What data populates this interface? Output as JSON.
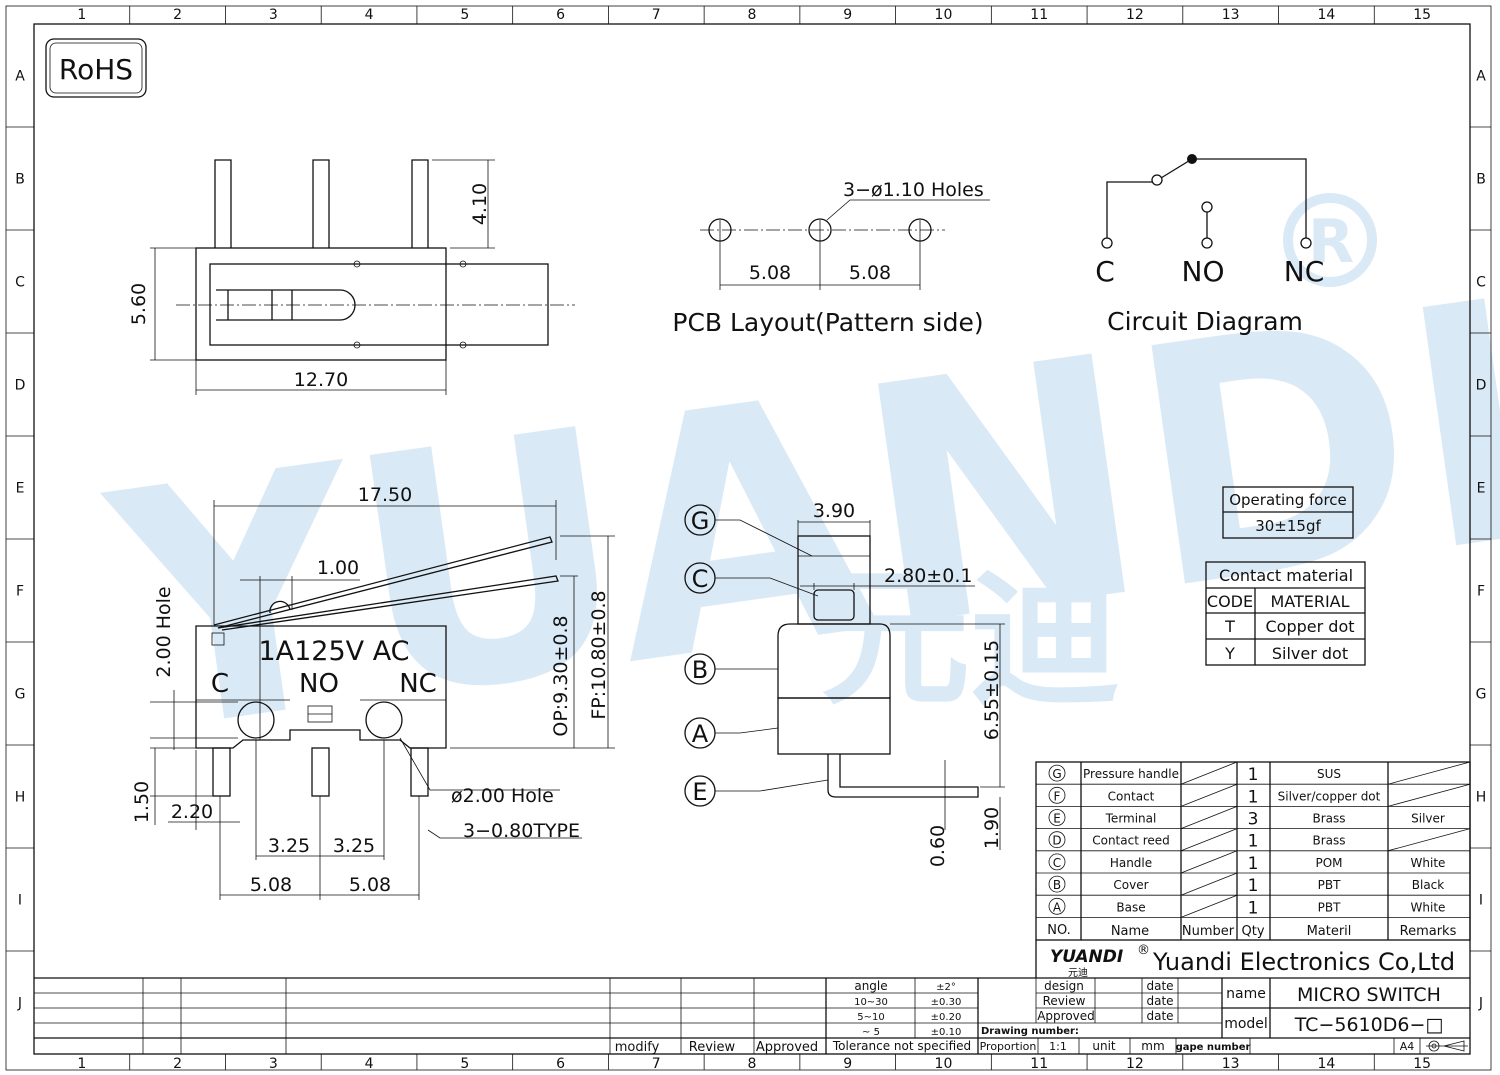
{
  "border": {
    "columns": [
      "1",
      "2",
      "3",
      "4",
      "5",
      "6",
      "7",
      "8",
      "9",
      "10",
      "11",
      "12",
      "13",
      "14",
      "15"
    ],
    "rows": [
      "A",
      "B",
      "C",
      "D",
      "E",
      "F",
      "G",
      "H",
      "I",
      "J"
    ]
  },
  "rohs": "RoHS",
  "watermark": {
    "text": "YUANDI",
    "cn": "元迪",
    "color": "#5aa0d8",
    "green": "#9acb6a"
  },
  "top_view": {
    "dims": {
      "height_pins": "4.10",
      "width": "5.60",
      "length": "12.70"
    }
  },
  "pcb": {
    "holes_label": "3−ø1.10  Holes",
    "pitch1": "5.08",
    "pitch2": "5.08",
    "title": "PCB  Layout(Pattern  side)"
  },
  "circuit": {
    "labels": [
      "C",
      "NO",
      "NC"
    ],
    "title": "Circuit  Diagram"
  },
  "front_view": {
    "dim_length": "17.50",
    "dim_offset": "1.00",
    "hole_label": "2.00  Hole",
    "rating": "1A125V  AC",
    "terms": [
      "C",
      "NO",
      "NC"
    ],
    "op": "OP:9.30±0.8",
    "fp": "FP:10.80±0.8",
    "hole2": "ø2.00  Hole",
    "pin_type": "3−0.80TYPE",
    "d150": "1.50",
    "d220": "2.20",
    "d325a": "3.25",
    "d325b": "3.25",
    "d508a": "5.08",
    "d508b": "5.08"
  },
  "side_view": {
    "callouts": [
      "G",
      "C",
      "B",
      "A",
      "E"
    ],
    "d390": "3.90",
    "d280": "2.80±0.1",
    "d655": "6.55±0.15",
    "d060": "0.60",
    "d190": "1.90"
  },
  "operating_force": {
    "header": "Operating  force",
    "value": "30±15gf"
  },
  "contact_material": {
    "header": "Contact  material",
    "cols": [
      "CODE",
      "MATERIAL"
    ],
    "rows": [
      [
        "T",
        "Copper  dot"
      ],
      [
        "Y",
        "Silver  dot"
      ]
    ]
  },
  "bom": {
    "rows": [
      {
        "no": "G",
        "name": "Pressure handle",
        "qty": "1",
        "mat": "SUS",
        "rem": ""
      },
      {
        "no": "F",
        "name": "Contact",
        "qty": "1",
        "mat": "Silver/copper dot",
        "rem": ""
      },
      {
        "no": "E",
        "name": "Terminal",
        "qty": "3",
        "mat": "Brass",
        "rem": "Silver"
      },
      {
        "no": "D",
        "name": "Contact reed",
        "qty": "1",
        "mat": "Brass",
        "rem": ""
      },
      {
        "no": "C",
        "name": "Handle",
        "qty": "1",
        "mat": "POM",
        "rem": "White"
      },
      {
        "no": "B",
        "name": "Cover",
        "qty": "1",
        "mat": "PBT",
        "rem": "Black"
      },
      {
        "no": "A",
        "name": "Base",
        "qty": "1",
        "mat": "PBT",
        "rem": "White"
      }
    ],
    "header": {
      "no": "NO.",
      "name": "Name",
      "number": "Number",
      "qty": "Qty",
      "mat": "Materil",
      "rem": "Remarks"
    }
  },
  "company": {
    "logo": "YUANDI",
    "logo_cn": "元迪",
    "name": "Yuandi Electronics Co,Ltd"
  },
  "title_block": {
    "design": "design",
    "review": "Review",
    "approved": "Approved",
    "date": "date",
    "name_label": "name",
    "name_value": "MICRO  SWITCH",
    "model_label": "model",
    "model_value": "TC−5610D6−□",
    "drawing_number": "Drawing number:",
    "proportion": "Proportion",
    "scale": "1:1",
    "unit": "unit",
    "unit_value": "mm",
    "gape": "gape number",
    "size": "A4"
  },
  "tolerance": {
    "rows": [
      [
        "angle",
        "±2°"
      ],
      [
        "10~30",
        "±0.30"
      ],
      [
        "5~10",
        "±0.20"
      ],
      [
        "~ 5",
        "±0.10"
      ]
    ],
    "footer": "Tolerance  not  specified"
  },
  "revision": {
    "modify": "modify",
    "review": "Review",
    "approved": "Approved"
  }
}
